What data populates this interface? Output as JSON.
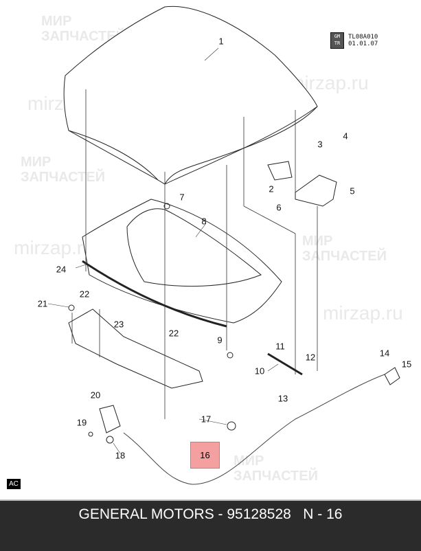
{
  "watermark": {
    "line1": "МИР",
    "line2": "ЗАПЧАСТЕЙ",
    "site": "mirzap.ru"
  },
  "header_code": {
    "logo_top": "GM",
    "logo_bottom": "TR",
    "code": "TL08A010",
    "date": "01.01.07"
  },
  "callouts": {
    "c1": "1",
    "c2": "2",
    "c3": "3",
    "c4": "4",
    "c5": "5",
    "c6": "6",
    "c7": "7",
    "c8": "8",
    "c9": "9",
    "c10": "10",
    "c11": "11",
    "c12": "12",
    "c13": "13",
    "c14": "14",
    "c15": "15",
    "c16": "16",
    "c17": "17",
    "c18": "18",
    "c19": "19",
    "c20": "20",
    "c21": "21",
    "c22a": "22",
    "c22b": "22",
    "c23": "23",
    "c24": "24"
  },
  "badge": "AC",
  "footer": {
    "text": "GENERAL MOTORS - 95128528   N - 16"
  },
  "colors": {
    "highlight": "#f4a0a0",
    "footer_bg": "#2b2b2b"
  }
}
